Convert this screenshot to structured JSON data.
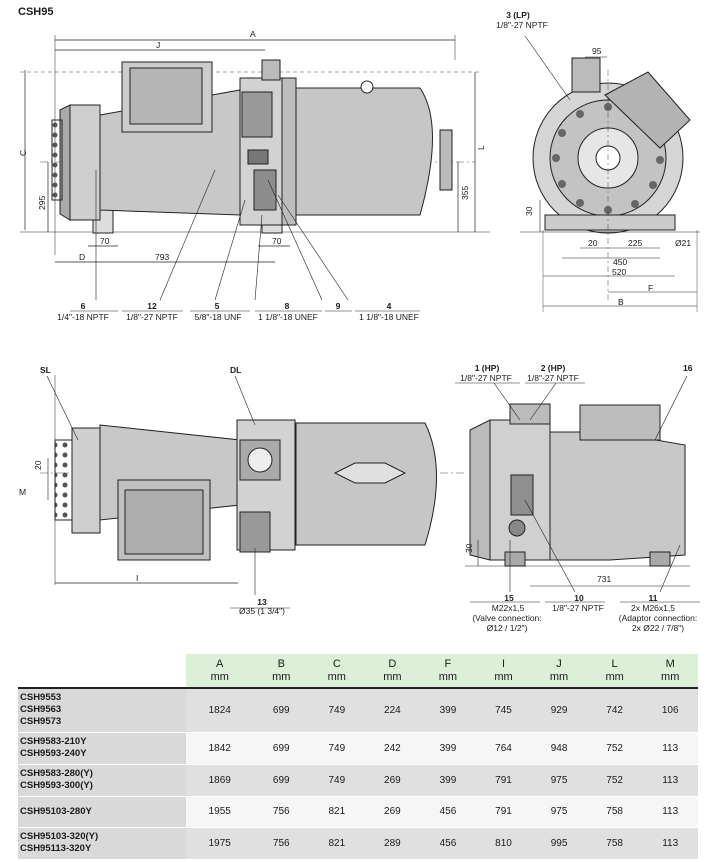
{
  "title": "CSH95",
  "top_view": {
    "dims": {
      "A": "A",
      "J": "J",
      "C": "C",
      "L": "L",
      "D": "D",
      "d295": "295",
      "d355": "355",
      "d70a": "70",
      "d70b": "70",
      "d793": "793"
    },
    "callouts": [
      {
        "num": "6",
        "text": "1/4\"-18 NPTF"
      },
      {
        "num": "12",
        "text": "1/8\"-27 NPTF"
      },
      {
        "num": "5",
        "text": "5/8\"-18 UNF"
      },
      {
        "num": "8",
        "text": "1 1/8\"-18 UNEF"
      },
      {
        "num": "9",
        "text": ""
      },
      {
        "num": "4",
        "text": "1 1/8\"-18 UNEF"
      }
    ]
  },
  "end_view": {
    "lp_num": "3 (LP)",
    "lp_text": "1/8\"-27 NPTF",
    "dims": {
      "d95": "95",
      "d30": "30",
      "d20": "20",
      "d225": "225",
      "d21": "Ø21",
      "d450": "450",
      "d520": "520",
      "F": "F",
      "B": "B"
    }
  },
  "side_view": {
    "SL": "SL",
    "DL": "DL",
    "d20": "20",
    "M": "M",
    "I": "I",
    "c13_num": "13",
    "c13_text": "Ø35 (1 3/4\")"
  },
  "right_view": {
    "hp1_num": "1 (HP)",
    "hp1_text": "1/8\"-27 NPTF",
    "hp2_num": "2 (HP)",
    "hp2_text": "1/8\"-27 NPTF",
    "c16": "16",
    "d30": "30",
    "d731": "731",
    "c15_num": "15",
    "c15_l1": "M22x1,5",
    "c15_l2": "(Valve connection:",
    "c15_l3": "Ø12 / 1/2\")",
    "c10_num": "10",
    "c10_text": "1/8\"-27 NPTF",
    "c11_num": "11",
    "c11_l1": "2x M26x1,5",
    "c11_l2": "(Adaptor connection:",
    "c11_l3": "2x Ø22 / 7/8\")"
  },
  "table": {
    "headers": [
      {
        "letter": "A",
        "unit": "mm"
      },
      {
        "letter": "B",
        "unit": "mm"
      },
      {
        "letter": "C",
        "unit": "mm"
      },
      {
        "letter": "D",
        "unit": "mm"
      },
      {
        "letter": "F",
        "unit": "mm"
      },
      {
        "letter": "I",
        "unit": "mm"
      },
      {
        "letter": "J",
        "unit": "mm"
      },
      {
        "letter": "L",
        "unit": "mm"
      },
      {
        "letter": "M",
        "unit": "mm"
      }
    ],
    "rows": [
      {
        "model": [
          "CSH9553",
          "CSH9563",
          "CSH9573"
        ],
        "values": [
          "1824",
          "699",
          "749",
          "224",
          "399",
          "745",
          "929",
          "742",
          "106"
        ]
      },
      {
        "model": [
          "CSH9583-210Y",
          "CSH9593-240Y"
        ],
        "values": [
          "1842",
          "699",
          "749",
          "242",
          "399",
          "764",
          "948",
          "752",
          "113"
        ]
      },
      {
        "model": [
          "CSH9583-280(Y)",
          "CSH9593-300(Y)"
        ],
        "values": [
          "1869",
          "699",
          "749",
          "269",
          "399",
          "791",
          "975",
          "752",
          "113"
        ]
      },
      {
        "model": [
          "CSH95103-280Y"
        ],
        "values": [
          "1955",
          "756",
          "821",
          "269",
          "456",
          "791",
          "975",
          "758",
          "113"
        ]
      },
      {
        "model": [
          "CSH95103-320(Y)",
          "CSH95113-320Y"
        ],
        "values": [
          "1975",
          "756",
          "821",
          "289",
          "456",
          "810",
          "995",
          "758",
          "113"
        ]
      }
    ]
  }
}
